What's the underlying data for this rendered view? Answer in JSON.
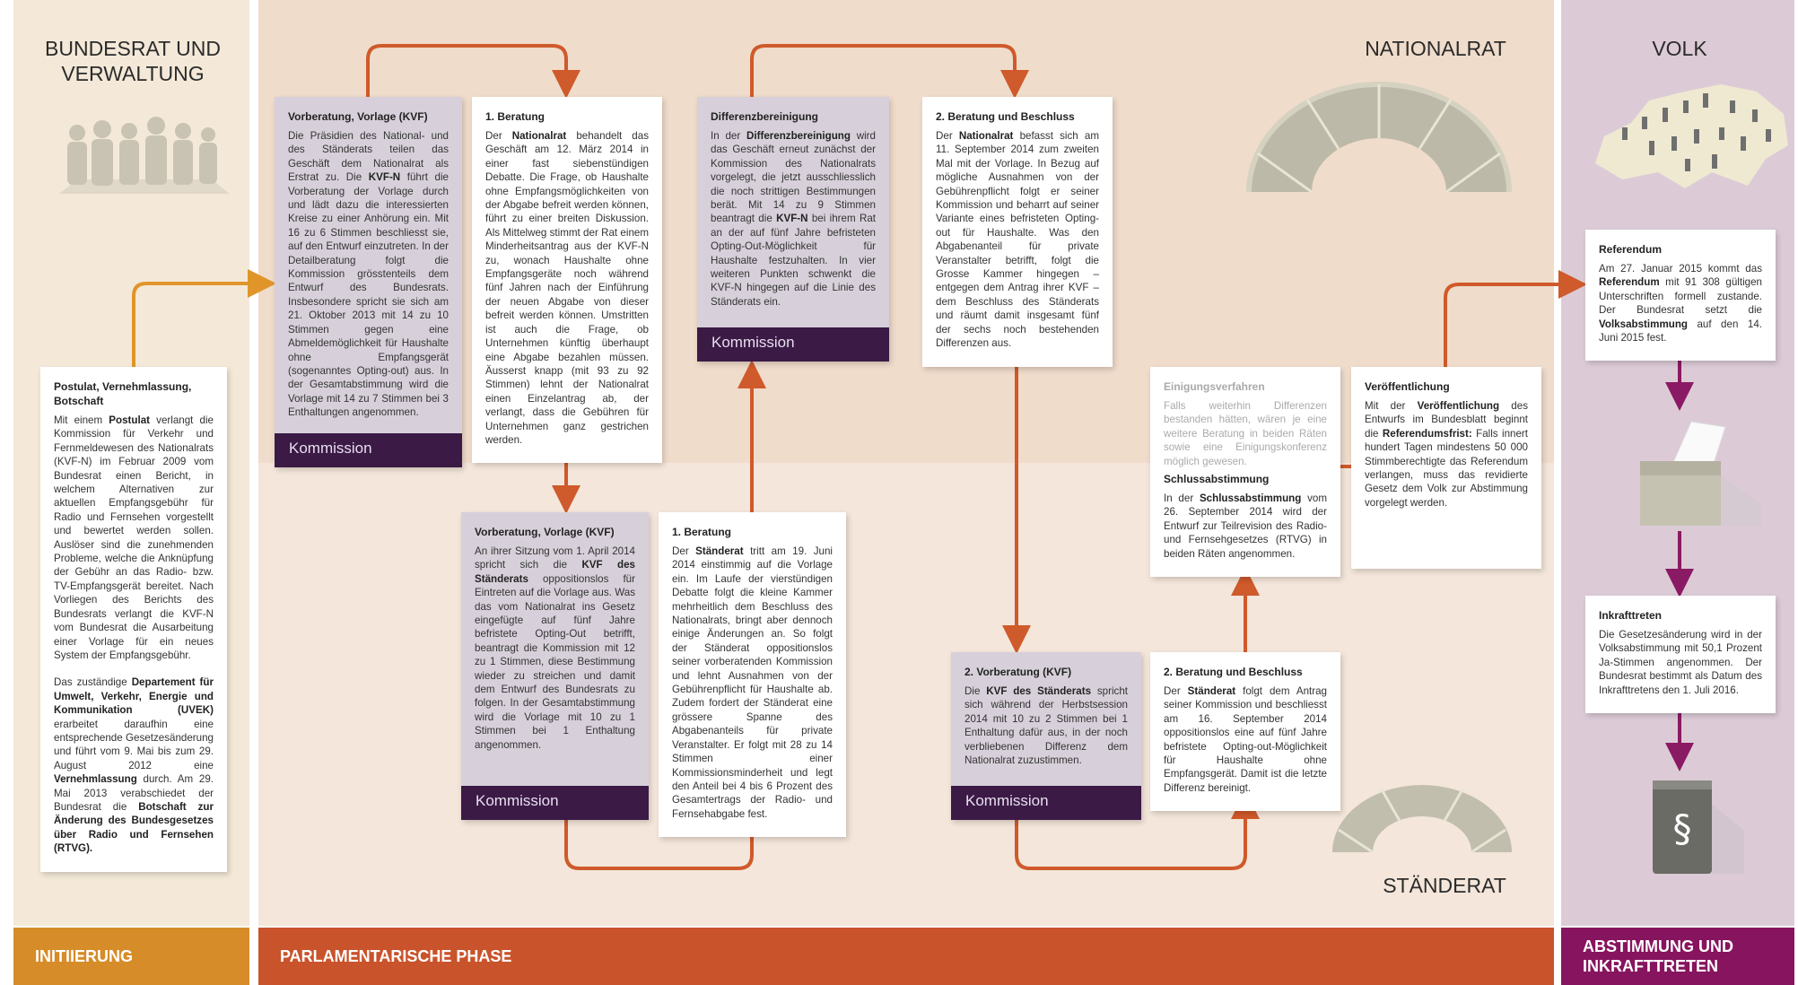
{
  "headings": {
    "bundesrat": "BUNDESRAT UND VERWALTUNG",
    "nationalrat": "NATIONALRAT",
    "volk": "VOLK",
    "staenderat": "STÄNDERAT"
  },
  "phases": {
    "initiierung": "INITIIERUNG",
    "parlament": "PARLAMENTARISCHE PHASE",
    "abstimmung": "ABSTIMMUNG UND INKRAFTTRETEN"
  },
  "colors": {
    "initiierung": "#d68c28",
    "parlament": "#c9532b",
    "abstimmung": "#87145f",
    "kommission": "#3b1a45"
  },
  "kommission_label": "Kommission",
  "cards": {
    "postulat": {
      "title": "Postulat, Vernehmlassung, Botschaft",
      "paras": [
        [
          "Mit einem ",
          {
            "b": "Postulat"
          },
          " verlangt die Kommission für Verkehr und Fernmeldewesen des Nationalrats (KVF-N) im Februar 2009 vom Bundesrat einen Bericht, in welchem Alternativen zur aktuellen Empfangsgebühr für Radio und Fernsehen vorgestellt und bewertet werden sollen. Auslöser sind die zunehmenden Probleme, welche die Anknüpfung der Gebühr an das Radio- bzw. TV-Empfangsgerät bereitet. Nach Vorliegen des Berichts des Bundesrats verlangt die KVF-N vom Bundesrat die Ausarbeitung einer Vorlage für ein neues System der Empfangsgebühr."
        ],
        [
          "Das zuständige ",
          {
            "b": "Departement für Umwelt, Verkehr, Energie und Kommunikation (UVEK)"
          },
          " erarbeitet daraufhin eine entsprechende Gesetzesänderung und führt vom 9. Mai bis zum 29. August 2012 eine ",
          {
            "b": "Vernehmlassung"
          },
          " durch. Am 29. Mai 2013 verabschiedet der Bundesrat die ",
          {
            "b": "Botschaft zur Änderung des Bundesgesetzes über Radio und Fernsehen (RTVG)."
          }
        ]
      ]
    },
    "nr_vorberatung": {
      "title": "Vorberatung, Vorlage (KVF)",
      "paras": [
        [
          "Die Präsidien des National- und des Ständerats teilen das Geschäft dem Nationalrat als Erstrat zu. Die ",
          {
            "b": "KVF-N"
          },
          " führt die Vorberatung der Vorlage durch und lädt dazu die interessierten Kreise zu einer Anhörung ein. Mit 16 zu 6 Stimmen beschliesst sie, auf den Entwurf einzutreten. In der Detailberatung folgt die Kommission grösstenteils dem Entwurf des Bundesrats. Insbesondere spricht sie sich am 21. Oktober 2013 mit 14 zu 10 Stimmen gegen eine Abmeldemöglichkeit für Haushalte ohne Empfangsgerät (sogenanntes Opting-out) aus. In der Gesamtabstimmung wird die Vorlage mit 14 zu 7 Stimmen bei 3 Enthaltungen angenommen."
        ]
      ]
    },
    "nr_beratung1": {
      "title": "1. Beratung",
      "paras": [
        [
          "Der ",
          {
            "b": "Nationalrat"
          },
          " behandelt das Geschäft am 12. März 2014 in einer fast siebenstündigen Debatte. Die Frage, ob Haushalte ohne Empfangsmöglichkeiten von der Abgabe befreit werden können, führt zu einer breiten Diskussion. Als Mittelweg stimmt der Rat einem Minderheitsantrag aus der KVF-N zu, wonach Haushalte ohne Empfangsgeräte noch während fünf Jahren nach der Einführung der neuen Abgabe von dieser befreit werden können. Umstritten ist auch die Frage, ob Unternehmen künftig überhaupt eine Abgabe bezahlen müssen. Äusserst knapp (mit 93 zu 92 Stimmen) lehnt der Nationalrat einen Einzelantrag ab, der verlangt, dass die Gebühren für Unternehmen ganz gestrichen werden."
        ]
      ]
    },
    "differenz": {
      "title": "Differenzbereinigung",
      "paras": [
        [
          "In der ",
          {
            "b": "Differenzbereinigung"
          },
          " wird das Geschäft erneut zunächst der Kommission des Nationalrats vorgelegt, die jetzt ausschliesslich die noch strittigen Bestimmungen berät. Mit 14 zu 9 Stimmen beantragt die ",
          {
            "b": "KVF-N"
          },
          " bei ihrem Rat an der auf fünf Jahre befristeten Opting-Out-Möglichkeit für Haushalte festzuhalten. In vier weiteren Punkten schwenkt die KVF-N hingegen auf die Linie des Ständerats ein."
        ]
      ]
    },
    "nr_beratung2": {
      "title": "2. Beratung und Beschluss",
      "paras": [
        [
          "Der ",
          {
            "b": "Nationalrat"
          },
          " befasst sich am 11. September 2014 zum zweiten Mal mit der Vorlage. In Bezug auf mögliche Ausnahmen von der Gebührenpflicht folgt er seiner Kommission und beharrt auf seiner Variante eines befristeten Opting-out für Haushalte. Was den Abgabenanteil für private Veranstalter betrifft, folgt die Grosse Kammer hingegen – entgegen dem Antrag ihrer KVF – dem Beschluss des Ständerats und räumt damit insgesamt fünf der sechs noch bestehenden Differenzen aus."
        ]
      ]
    },
    "sr_vorberatung": {
      "title": "Vorberatung, Vorlage (KVF)",
      "paras": [
        [
          "An ihrer Sitzung vom 1. April 2014 spricht sich die ",
          {
            "b": "KVF des Ständerats"
          },
          " oppositionslos für Eintreten auf die Vorlage aus. Was das vom Nationalrat ins Gesetz eingefügte auf fünf Jahre befristete Opting-Out betrifft, beantragt die Kommission mit 12 zu 1 Stimmen, diese Bestimmung wieder zu streichen und damit dem Entwurf des Bundesrats zu folgen. In der Gesamtabstimmung wird die Vorlage mit 10 zu 1 Stimmen bei 1 Enthaltung angenommen."
        ]
      ]
    },
    "sr_beratung1": {
      "title": "1. Beratung",
      "paras": [
        [
          "Der ",
          {
            "b": "Ständerat"
          },
          " tritt am 19. Juni 2014 einstimmig auf die Vorlage ein. Im Laufe der vierstündigen Debatte folgt die kleine Kammer mehrheitlich dem Beschluss des Nationalrats, bringt aber dennoch einige Änderungen an. So folgt der Ständerat oppositionslos seiner vorberatenden Kommission und lehnt Ausnahmen von der Gebührenpflicht für Haushalte ab. Zudem fordert der Ständerat eine grössere Spanne des Abgabenanteils für private Veranstalter. Er folgt mit 28 zu 14 Stimmen einer Kommissionsminderheit und legt den Anteil bei 4 bis 6 Prozent des Gesamtertrags der Radio- und Fernsehabgabe fest."
        ]
      ]
    },
    "sr_vorberatung2": {
      "title": "2. Vorberatung (KVF)",
      "paras": [
        [
          "Die ",
          {
            "b": "KVF des Ständerats"
          },
          " spricht sich während der Herbstsession 2014 mit 10 zu 2 Stimmen bei 1 Enthaltung dafür aus, in der noch verbliebenen Differenz dem Nationalrat zuzustimmen."
        ]
      ]
    },
    "sr_beratung2": {
      "title": "2. Beratung und Beschluss",
      "paras": [
        [
          "Der ",
          {
            "b": "Ständerat"
          },
          " folgt dem Antrag seiner Kommission und beschliesst am 16. September 2014 oppositionslos eine auf fünf Jahre befristete Opting-out-Möglichkeit für Haushalte ohne Empfangsgerät. Damit ist die letzte Differenz bereinigt."
        ]
      ]
    },
    "einigung": {
      "title": "Einigungsverfahren",
      "paras": [
        [
          "Falls weiterhin Differenzen bestanden hätten, wären je eine weitere Beratung in beiden Räten sowie eine Einigungskonferenz möglich gewesen."
        ]
      ]
    },
    "schluss": {
      "title": "Schlussabstimmung",
      "paras": [
        [
          "In der ",
          {
            "b": "Schlussabstimmung"
          },
          " vom 26. September 2014 wird der Entwurf zur Teilrevision des Radio- und Fernsehgesetzes (RTVG) in beiden Räten angenommen."
        ]
      ]
    },
    "veroeffentlichung": {
      "title": "Veröffentlichung",
      "paras": [
        [
          "Mit der ",
          {
            "b": "Veröffentlichung"
          },
          " des Entwurfs im Bundesblatt beginnt die ",
          {
            "b": "Referendumsfrist:"
          },
          " Falls innert hundert Tagen mindestens 50 000 Stimmberechtigte das Referendum verlangen, muss das revidierte Gesetz dem Volk zur Abstimmung vorgelegt werden."
        ]
      ]
    },
    "referendum": {
      "title": "Referendum",
      "paras": [
        [
          "Am 27. Januar 2015 kommt das ",
          {
            "b": "Referendum"
          },
          " mit 91 308 gültigen Unterschriften formell zustande. Der Bundesrat setzt die ",
          {
            "b": "Volksabstimmung"
          },
          " auf den 14. Juni 2015 fest."
        ]
      ]
    },
    "inkrafttreten": {
      "title": "Inkrafttreten",
      "paras": [
        [
          "Die Gesetzesänderung wird in der Volksabstimmung mit 50,1 Prozent Ja-Stimmen angenommen. Der Bundesrat bestimmt als Datum des Inkrafttretens den 1. Juli 2016."
        ]
      ]
    }
  },
  "icons": {
    "paragraph": "§"
  }
}
